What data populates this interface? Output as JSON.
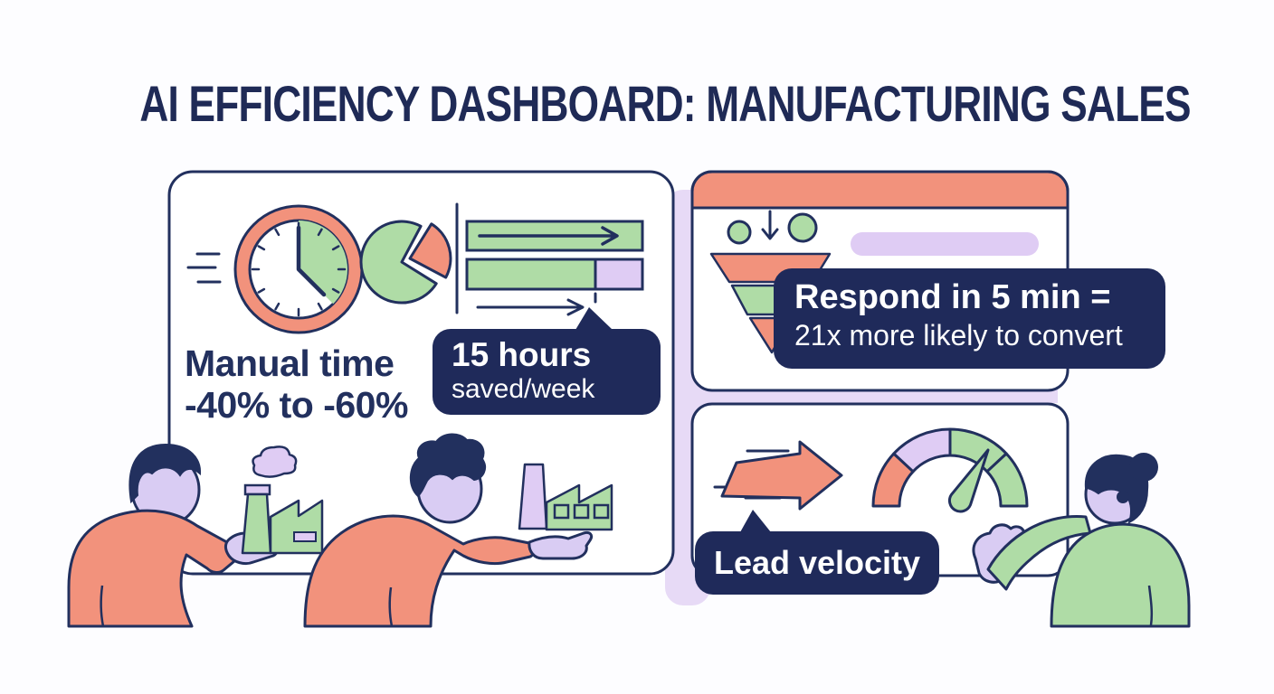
{
  "title": "AI EFFICIENCY DASHBOARD: MANUFACTURING SALES",
  "colors": {
    "navy": "#22305e",
    "salmon": "#f2927c",
    "green": "#afdca6",
    "lavender": "#dfccf4",
    "lavender_bg": "#e7daf6",
    "face": "#d9ccf3",
    "badge_bg": "#1f2a5a",
    "badge_text": "#ffffff"
  },
  "left_panel": {
    "icons": [
      "speed-clock-icon",
      "pie-chart-icon",
      "progress-bars-icon",
      "dashed-arrow-icon"
    ],
    "metric_label_line1": "Manual time",
    "metric_label_line2": "-40% to -60%",
    "callout": {
      "line1": "15 hours",
      "line2": "saved/week"
    }
  },
  "top_right_panel": {
    "icons": [
      "input-dots-icon",
      "down-arrow-icon",
      "placeholder-pill",
      "lead-funnel-icon"
    ],
    "callout": {
      "line1": "Respond in 5 min =",
      "line2": "21x more likely to convert"
    }
  },
  "bottom_right_panel": {
    "icons": [
      "fast-arrow-icon",
      "speed-gauge-icon"
    ],
    "callout": {
      "label": "Lead velocity"
    }
  },
  "people": [
    {
      "position": "left",
      "description": "man holding small factory"
    },
    {
      "position": "center",
      "description": "man presenting factory on palm"
    },
    {
      "position": "right",
      "description": "woman pointing at gauge panel"
    }
  ]
}
